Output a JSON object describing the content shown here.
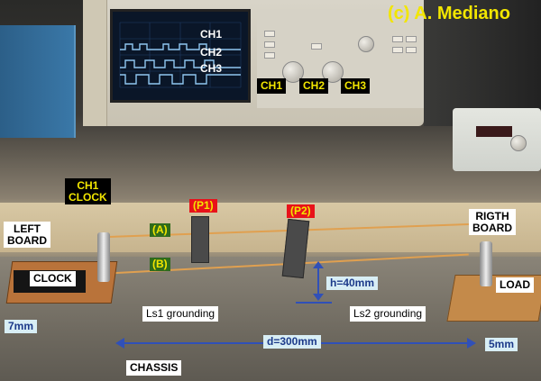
{
  "photo": {
    "description": "Lab setup photo: oscilloscope with three channels, two boards on a metal chassis, current probes",
    "copyright": "(c) A. Mediano"
  },
  "oscilloscope": {
    "screen_labels": [
      "CH1",
      "CH2",
      "CH3"
    ],
    "channel_labels": [
      "CH1",
      "CH2",
      "CH3"
    ]
  },
  "annotations": {
    "ch1_clock": [
      "CH1",
      "CLOCK"
    ],
    "left_board": [
      "LEFT",
      "BOARD"
    ],
    "clock": "CLOCK",
    "wire_a": "(A)",
    "wire_b": "(B)",
    "probe_1": "(P1)",
    "probe_2": "(P2)",
    "right_board": [
      "RIGTH",
      "BOARD"
    ],
    "load": "LOAD",
    "height": "h=40mm",
    "ls1_grounding": "Ls1 grounding",
    "ls2_grounding": "Ls2 grounding",
    "distance": "d=300mm",
    "left_standoff": "7mm",
    "right_standoff": "5mm",
    "chassis": "CHASSIS"
  },
  "colors": {
    "label_yellow": "#f2e600",
    "probe_red": "#e8121a",
    "wire_green": "#2f6b1c",
    "dimension_blue": "#3050b8",
    "dimension_bg": "#d8eef5"
  }
}
